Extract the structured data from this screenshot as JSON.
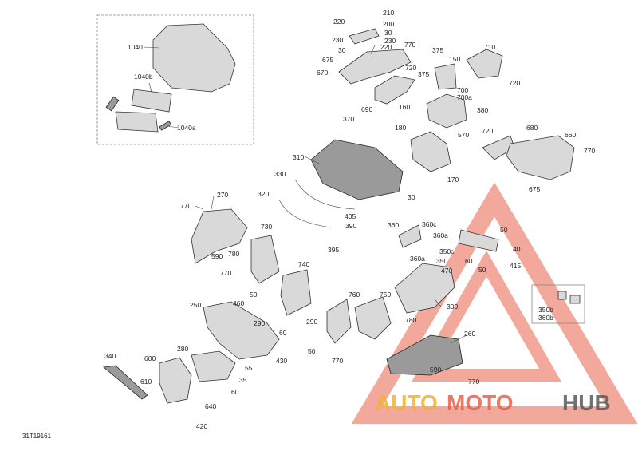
{
  "diagram_id": "31T19161",
  "watermark": {
    "part1": "AUTO",
    "part2": "MOTO",
    "part3": "HUB"
  },
  "callouts": [
    "1040",
    "1040b",
    "1040a",
    "220",
    "210",
    "200",
    "230",
    "30",
    "230",
    "770",
    "675",
    "30",
    "220",
    "670",
    "375",
    "150",
    "710",
    "700",
    "700a",
    "720",
    "720",
    "375",
    "690",
    "160",
    "380",
    "370",
    "180",
    "570",
    "720",
    "680",
    "660",
    "770",
    "310",
    "170",
    "675",
    "330",
    "30",
    "405",
    "320",
    "390",
    "395",
    "270",
    "770",
    "590",
    "780",
    "730",
    "770",
    "740",
    "360",
    "360c",
    "360a",
    "350c",
    "50",
    "40",
    "60",
    "415",
    "350",
    "360a",
    "470",
    "50",
    "250",
    "460",
    "50",
    "290",
    "60",
    "290",
    "50",
    "760",
    "750",
    "780",
    "300",
    "350b",
    "360b",
    "260",
    "590",
    "770",
    "770",
    "340",
    "280",
    "600",
    "55",
    "430",
    "610",
    "35",
    "60",
    "640",
    "420"
  ]
}
